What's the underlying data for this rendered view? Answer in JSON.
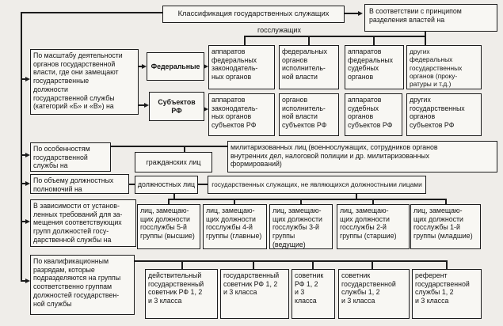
{
  "palette": {
    "line": "#1c1c1c",
    "box_bg": "#f8f7f3",
    "page_bg": "#efede9"
  },
  "header": {
    "title": "Классификация государственных служащих",
    "principle": "В соответствии с принципом\nразделения властей на",
    "branch_label": "госслужащих"
  },
  "scale": {
    "category": "По масштабу деятельности\nорганов государственной\nвласти, где они замещают\nгосударственные\nдолжности\nгосударственной службы\n(категорий «Б» и «В») на",
    "federal": "Федеральные",
    "subjects": "Субъектов\nРФ",
    "federal_row": [
      "аппаратов\nфедеральных\nзаконодатель-\nных органов",
      "федеральных\nорганов\nисполнитель-\nной власти",
      "аппаратов\nфедеральных\nсудебных\nорганов",
      "других\nфедеральных\nгосударственных\nорганов (проку-\nратуры и т.д.)"
    ],
    "subjects_row": [
      "аппаратов\nзаконодатель-\nных органов\nсубъектов РФ",
      "органов\nисполнитель-\nной власти\nсубъектов РФ",
      "аппаратов\nсудебных\nорганов\nсубъектов РФ",
      "других\nгосударственных\nорганов\nсубъектов РФ"
    ]
  },
  "features": {
    "category": "По особенностям\nгосударственной\nслужбы на",
    "civil": "гражданских лиц",
    "militarized": "милитаризованных лиц (военнослужащих, сотрудников органов\nвнутренних дел, налоговой полиции и др. милитаризованных\nформирований)"
  },
  "powers": {
    "category": "По объему должностных\nполномочий на",
    "officials": "должностных лиц",
    "non_officials": "государственных служащих, не являющихся должностными лицами"
  },
  "groups": {
    "category": "В зависимости от установ-\nленных требований для за-\nмещения соответствующих\nгрупп должностей госу-\nдарственной службы на",
    "row": [
      "лиц, замещаю-\nщих должности\nгосслужбы 5-й\nгруппы (высшие)",
      "лиц, замещаю-\nщих должности\nгосслужбы 4-й\nгруппы (главные)",
      "лиц, замещаю-\nщих должности\nгосслужбы 3-й\nгруппы (ведущие)",
      "лиц, замещаю-\nщих должности\nгосслужбы 2-й\nгруппы (старшие)",
      "лиц, замещаю-\nщих должности\nгосслужбы 1-й\nгруппы (младшие)"
    ]
  },
  "ranks": {
    "category": "По квалификационным\nразрядам, которые\nподразделяются на группы\nсоответственно группам\nдолжностей государствен-\nной службы",
    "row": [
      "действительный\nгосударственный\nсоветник РФ 1, 2\nи 3 класса",
      "государственный\nсоветник РФ 1, 2\nи 3 класса",
      "советник\nРФ 1, 2\nи 3\nкласса",
      "советник\nгосударственной\nслужбы 1, 2\nи 3 класса",
      "референт\nгосударственной\nслужбы 1, 2\nи 3 класса"
    ]
  }
}
